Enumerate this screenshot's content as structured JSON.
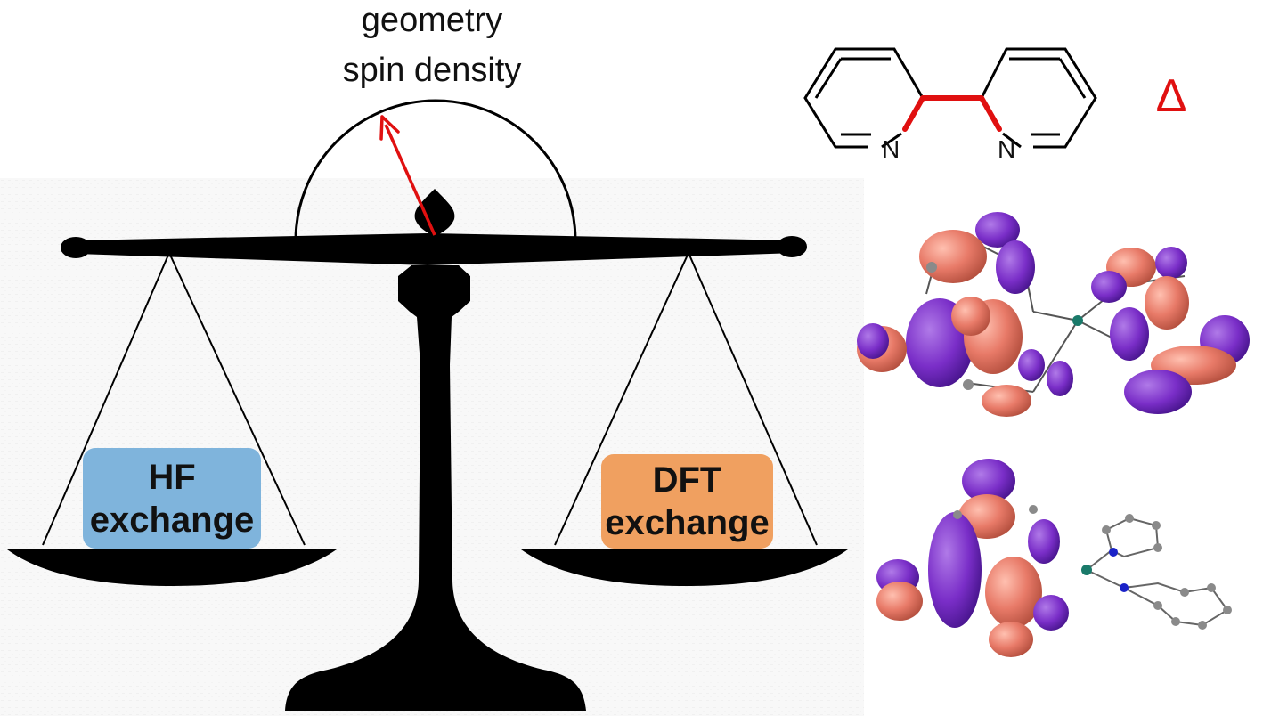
{
  "gauge": {
    "line1": "geometry",
    "line2": "spin density"
  },
  "hf_box": {
    "line1": "HF",
    "line2": "exchange",
    "color": "#7fb4dc"
  },
  "dft_box": {
    "line1": "DFT",
    "line2": "exchange",
    "color": "#f0a060"
  },
  "molecule": {
    "n_left": "N",
    "n_right": "N",
    "delta": "Δ",
    "bond_color": "#e01010"
  },
  "orbital_colors": {
    "lobe_a": "#7a2ec8",
    "lobe_b": "#e87a68",
    "atom": "#8a8a8a",
    "metal": "#1a7a6a",
    "nitrogen": "#1a22c8"
  },
  "icons": [
    "balance-scale-icon",
    "needle-arrow-icon",
    "bipyridine-structure-icon",
    "orbital-render-icon"
  ]
}
